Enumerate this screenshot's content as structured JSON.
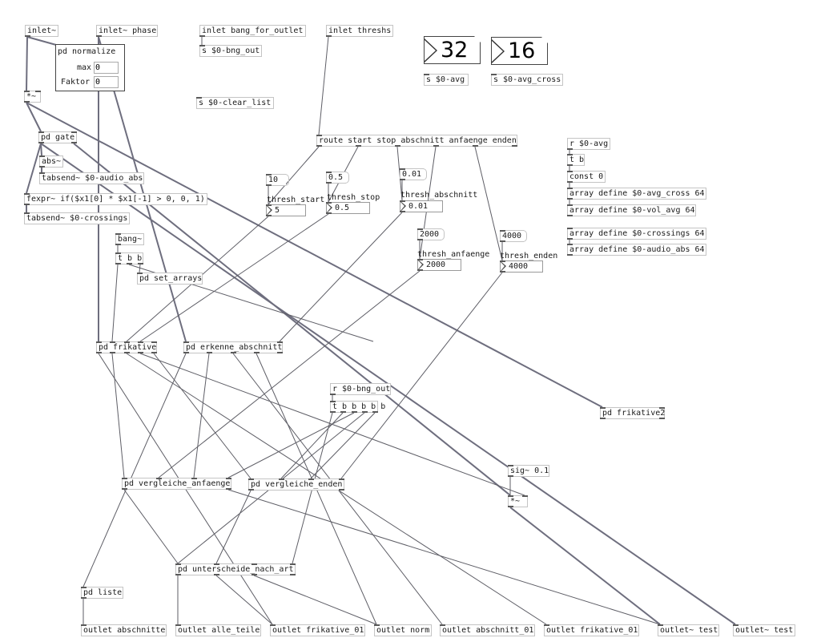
{
  "patch": {
    "objects": [
      {
        "id": "o_inlet_sig",
        "kind": "obj",
        "text": "inlet~"
      },
      {
        "id": "o_inlet_phase",
        "kind": "obj",
        "text": "inlet~ phase"
      },
      {
        "id": "o_inlet_bang",
        "kind": "obj",
        "text": "inlet bang_for_outlet"
      },
      {
        "id": "o_inlet_threshs",
        "kind": "obj",
        "text": "inlet threshs"
      },
      {
        "id": "o_s_bng_out",
        "kind": "obj",
        "text": "s $0-bng_out"
      },
      {
        "id": "o_s_clear",
        "kind": "obj",
        "text": "s $0-clear_list"
      },
      {
        "id": "o_s_avg",
        "kind": "obj",
        "text": "s $0-avg"
      },
      {
        "id": "o_s_avg_cross",
        "kind": "obj",
        "text": "s $0-avg_cross"
      },
      {
        "id": "o_mul1",
        "kind": "obj",
        "text": "*~"
      },
      {
        "id": "o_gate",
        "kind": "obj",
        "text": "pd gate"
      },
      {
        "id": "o_abs",
        "kind": "obj",
        "text": "abs~"
      },
      {
        "id": "o_tabsend_abs",
        "kind": "obj",
        "text": "tabsend~ $0-audio_abs"
      },
      {
        "id": "o_fexpr",
        "kind": "obj",
        "text": "fexpr~ if($x1[0] * $x1[-1] > 0, 0, 1)"
      },
      {
        "id": "o_tabsend_cross",
        "kind": "obj",
        "text": "tabsend~ $0-crossings"
      },
      {
        "id": "o_route",
        "kind": "obj",
        "text": "route start stop abschnitt anfaenge enden"
      },
      {
        "id": "o_r_avg",
        "kind": "obj",
        "text": "r $0-avg"
      },
      {
        "id": "o_tb1",
        "kind": "obj",
        "text": "t b"
      },
      {
        "id": "o_const",
        "kind": "obj",
        "text": "const 0"
      },
      {
        "id": "o_arr1",
        "kind": "obj",
        "text": "array define $0-avg_cross 64"
      },
      {
        "id": "o_arr2",
        "kind": "obj",
        "text": "array define $0-vol_avg 64"
      },
      {
        "id": "o_arr3",
        "kind": "obj",
        "text": "array define $0-crossings 64"
      },
      {
        "id": "o_arr4",
        "kind": "obj",
        "text": "array define $0-audio_abs 64"
      },
      {
        "id": "o_bang",
        "kind": "obj",
        "text": "bang~"
      },
      {
        "id": "o_tbb",
        "kind": "obj",
        "text": "t b b"
      },
      {
        "id": "o_set_arrays",
        "kind": "obj",
        "text": "pd set_arrays"
      },
      {
        "id": "o_frikative",
        "kind": "obj",
        "text": "pd frikative"
      },
      {
        "id": "o_erkenne",
        "kind": "obj",
        "text": "pd erkenne_abschnitt"
      },
      {
        "id": "o_r_bng_out",
        "kind": "obj",
        "text": "r $0-bng_out"
      },
      {
        "id": "o_tbbbbb",
        "kind": "obj",
        "text": "t b b b b b"
      },
      {
        "id": "o_frikative2",
        "kind": "obj",
        "text": "pd frikative2"
      },
      {
        "id": "o_sig",
        "kind": "obj",
        "text": "sig~ 0.1"
      },
      {
        "id": "o_mul2",
        "kind": "obj",
        "text": "*~"
      },
      {
        "id": "o_vgl_anf",
        "kind": "obj",
        "text": "pd vergleiche_anfaenge"
      },
      {
        "id": "o_vgl_end",
        "kind": "obj",
        "text": "pd vergleiche_enden"
      },
      {
        "id": "o_unterscheide",
        "kind": "obj",
        "text": "pd unterscheide_nach_art"
      },
      {
        "id": "o_liste",
        "kind": "obj",
        "text": "pd liste"
      },
      {
        "id": "o_out_abschnitte",
        "kind": "obj",
        "text": "outlet abschnitte"
      },
      {
        "id": "o_out_alle",
        "kind": "obj",
        "text": "outlet alle_teile"
      },
      {
        "id": "o_out_frik1",
        "kind": "obj",
        "text": "outlet frikative_01"
      },
      {
        "id": "o_out_norm",
        "kind": "obj",
        "text": "outlet norm"
      },
      {
        "id": "o_out_abschnitt01",
        "kind": "obj",
        "text": "outlet abschnitt_01"
      },
      {
        "id": "o_out_frik2",
        "kind": "obj",
        "text": "outlet frikative_01"
      },
      {
        "id": "o_out_test1",
        "kind": "obj",
        "text": "outlet~ test"
      },
      {
        "id": "o_out_test2",
        "kind": "obj",
        "text": "outlet~ test"
      },
      {
        "id": "m_10",
        "kind": "msg",
        "text": "10"
      },
      {
        "id": "m_05",
        "kind": "msg",
        "text": "0.5"
      },
      {
        "id": "m_001",
        "kind": "msg",
        "text": "0.01"
      },
      {
        "id": "m_2000",
        "kind": "msg",
        "text": "2000"
      },
      {
        "id": "m_4000",
        "kind": "msg",
        "text": "4000"
      },
      {
        "id": "n_start",
        "kind": "num",
        "text": "5"
      },
      {
        "id": "n_stop",
        "kind": "num",
        "text": "0.5"
      },
      {
        "id": "n_abschnitt",
        "kind": "num",
        "text": "0.01"
      },
      {
        "id": "n_anfaenge",
        "kind": "num",
        "text": "2000"
      },
      {
        "id": "n_enden",
        "kind": "num",
        "text": "4000"
      }
    ],
    "number_labels": {
      "thresh_start": "thresh_start",
      "thresh_stop": "thresh_stop",
      "thresh_abschnitt": "thresh_abschnitt",
      "thresh_anfaenge": "thresh_anfaenge",
      "thresh_enden": "thresh_enden"
    },
    "big_numbers": {
      "avg": "32",
      "avg_cross": "16"
    },
    "normalize": {
      "title": "pd normalize",
      "max_label": "max",
      "max_value": "0",
      "faktor_label": "Faktor",
      "faktor_value": "0"
    }
  }
}
